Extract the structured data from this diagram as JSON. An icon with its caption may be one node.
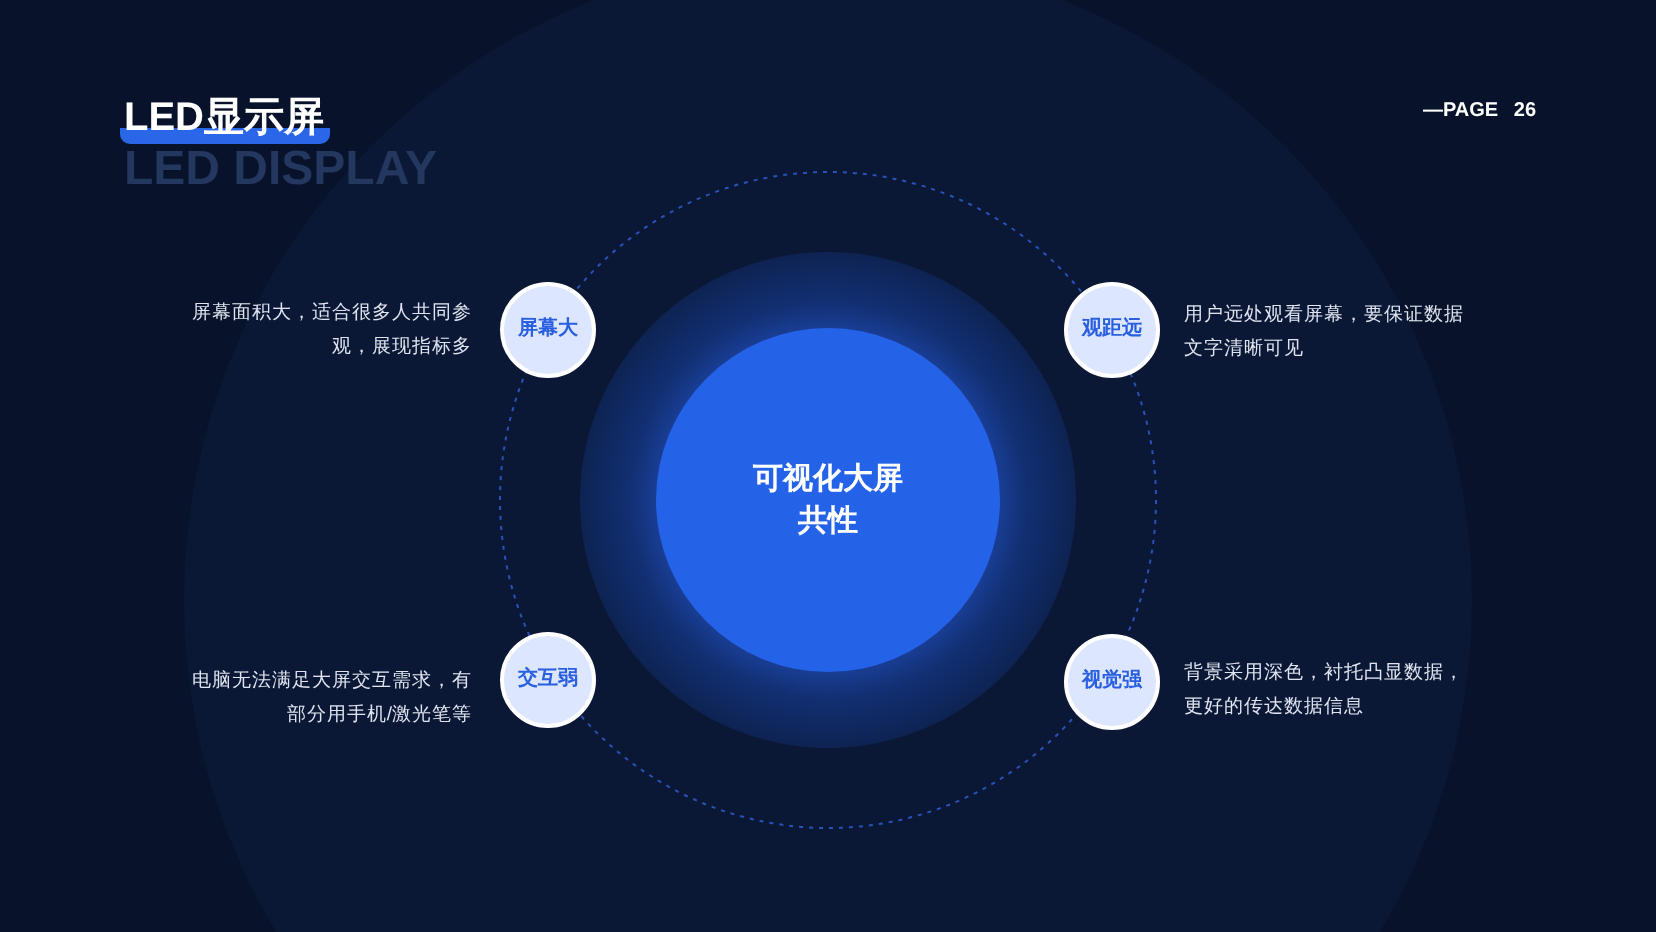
{
  "diagram": {
    "title": "LED显示屏",
    "nodes": [
      {
        "text": [
          "屏幕大"
        ],
        "beside": [
          "屏幕面积大，适合很多人共同参观，展现指标多"
        ]
      },
      {
        "text": [
          "观距远"
        ],
        "beside": [
          "用户远处观看屏幕，要保证数据文字清晰可见"
        ]
      },
      {
        "text": [
          "可视化大屏共性"
        ]
      },
      {
        "text": [
          "交互弱"
        ],
        "beside": [
          "电脑无法满足大屏交互需求，有部分用手机/激光笔等"
        ]
      },
      {
        "text": [
          "视觉强"
        ],
        "beside": [
          "背景采用深色，衬托凸显数据，更好的传达数据信息"
        ]
      }
    ],
    "labels": [
      "LED DISPLAY",
      "—PAGE 26"
    ]
  }
}
